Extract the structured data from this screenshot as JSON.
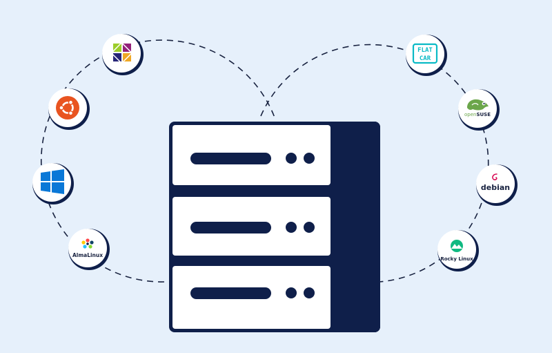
{
  "diagram": {
    "server": {
      "units": 3
    },
    "logos": {
      "centos": {
        "icon": "centos-pinwheel-icon"
      },
      "ubuntu": {
        "icon": "ubuntu-circle-of-friends-icon",
        "color": "#e95420"
      },
      "windows": {
        "icon": "windows-logo-icon",
        "color": "#0a78d7"
      },
      "almalinux": {
        "icon": "almalinux-logo-icon",
        "label": "AlmaLinux"
      },
      "flatcar": {
        "icon": "flatcar-logo-icon",
        "label_top": "FLAT",
        "label_bottom": "CAR",
        "color": "#09bac5"
      },
      "opensuse": {
        "icon": "opensuse-chameleon-icon",
        "label_prefix": "open",
        "label_main": "SUSE",
        "color": "#6ba64a"
      },
      "debian": {
        "icon": "debian-swirl-icon",
        "label": "debian",
        "color": "#d70a53"
      },
      "rocky": {
        "icon": "rocky-linux-logo-icon",
        "label": "Rocky Linux",
        "color": "#10b981"
      }
    },
    "colors": {
      "background": "#e6f0fb",
      "navy": "#0f1f4a",
      "server_fill": "#ffffff"
    }
  }
}
